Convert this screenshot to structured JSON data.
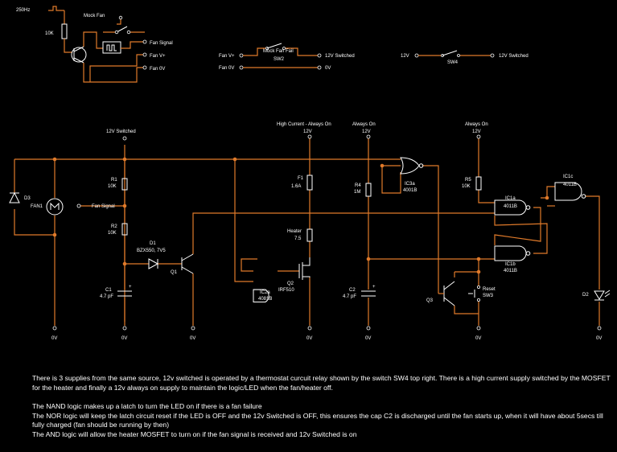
{
  "top": {
    "clock": "250Hz",
    "mock_fan": "Mock Fan",
    "r10k": "10K",
    "fan_signal": "Fan Signal",
    "fan_vplus": "Fan V+",
    "fan_0v": "Fan 0V",
    "sw2_title": "Mock Fan Fail",
    "sw2": "SW2",
    "sw2_in_vplus": "Fan V+",
    "sw2_in_0v": "Fan 0V",
    "sw2_out_12v": "12V Switched",
    "sw2_out_0v": "0V",
    "sw4_in": "12V",
    "sw4": "SW4",
    "sw4_out": "12V Switched"
  },
  "main": {
    "rail_12v_sw": "12V Switched",
    "hc_always_on": "High Current - Always On",
    "always_on_1": "Always On",
    "always_on_2": "Always On",
    "v12_a": "12V",
    "v12_b": "12V",
    "v12_c": "12V",
    "d3": "D3",
    "fan1": "FAN1",
    "r1": "R1",
    "r1_val": "10K",
    "fan_signal": "Fan Signal",
    "r2": "R2",
    "r2_val": "10K",
    "d1": "D1",
    "d1_val": "BZX550, 7V5",
    "q1": "Q1",
    "c1": "C1",
    "c1_val": "4.7 pF",
    "f1": "F1",
    "f1_val": "1.6A",
    "heater": "Heater",
    "heater_val": "7.5",
    "ic2a": "IC2a",
    "ic2a_part": "4081B",
    "q2": "Q2",
    "q2_part": "IRF510",
    "ic3a": "IC3a",
    "ic3a_part": "4001B",
    "r4": "R4",
    "r4_val": "1M",
    "c2": "C2",
    "c2_val": "4.7 pF",
    "r5": "R5",
    "r5_val": "10K",
    "ic1a": "IC1a",
    "ic1a_part": "4011B",
    "ic1b": "IC1b",
    "ic1b_part": "4011B",
    "ic1c": "IC1c",
    "ic1c_part": "4011B",
    "q3": "Q3",
    "reset": "Reset",
    "sw3": "SW3",
    "d2": "D2",
    "gnd": "0V"
  },
  "notes": {
    "p1": "There is 3 supplies from the same source, 12v switched is operated by a thermostat curcuit relay shown by the switch SW4  top right. There is a high current supply switched by the MOSFET for the heater and finally a 12v always on supply to maintain the logic/LED when the fan/heater off.",
    "p2": "The NAND logic makes up a latch to turn the LED on if there is a fan failure",
    "p3": "The NOR logic will keep the latch circuit reset if the LED is OFF and the 12v Switched is OFF, this ensures the cap C2 is discharged until the fan starts up, when it will have about 5secs till fully charged (fan should be running by then)",
    "p4": "The AND logic will allow the heater MOSFET to turn on if the fan signal is received and 12v Switched is on"
  }
}
